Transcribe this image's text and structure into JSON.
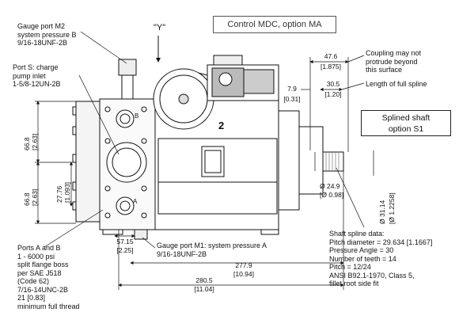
{
  "title": "Control MDC, option MA",
  "view_label": "\"Y\"",
  "part_number_label": "2",
  "splined_box": {
    "line1": "Splined shaft",
    "line2": "option S1"
  },
  "callouts": {
    "gauge_m2": [
      "Gauge port M2",
      "system pressure B",
      "9/16-18UNF-2B"
    ],
    "charge": [
      "Port S: charge",
      "pump inlet",
      "1-5/8-12UN-2B"
    ],
    "coupling": [
      "Coupling may not",
      "protrude beyond",
      "this surface"
    ],
    "full_spline": "Length of full spline",
    "gauge_m1": [
      "Gauge port M1: system pressure A",
      "9/16-18UNF-2B"
    ],
    "ports_ab": [
      "Ports A and B",
      "1 - 6000 psi",
      "split flange boss",
      "per SAE J518",
      "(Code 62)",
      "7/16-14UNC-2B",
      "21 [0.83]",
      "minimum full thread"
    ],
    "spline_data": [
      "Shaft spline data:",
      "Pitch diameter = 29.634 [1.1667]",
      "Pressure Angle = 30",
      "Number of teeth = 14",
      "Pitch = 12/24",
      "ANSI B92.1-1970, Class 5,",
      "fillet root side fit"
    ],
    "port_b": "B",
    "port_a": "A"
  },
  "dimensions": {
    "d47_6": "47.6",
    "d47_6_in": "[1.875]",
    "d30_5": "30.5",
    "d30_5_in": "[1.20]",
    "d7_9": "7.9",
    "d7_9_in": "[0.31]",
    "d66_8_top": "66.8",
    "d66_8_top_in": "[2.63]",
    "d66_8_bot": "66.8",
    "d66_8_bot_in": "[2.63]",
    "d27_76": "27.76",
    "d27_76_in": "[1.093]",
    "d24_9": "Ø 24.9",
    "d24_9_in": "[Ø 0.98]",
    "d31_14": "Ø 31.14",
    "d31_14_in": "[Ø 1.2258]",
    "d57_15": "57.15",
    "d57_15_in": "[2.25]",
    "d277_9": "277.9",
    "d277_9_in": "[10.94]",
    "d280_5": "280.5",
    "d280_5_in": "[11.04]"
  }
}
